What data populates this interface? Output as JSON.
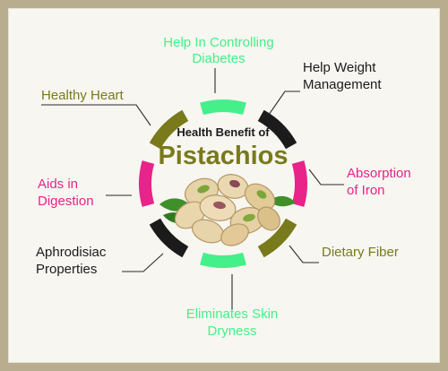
{
  "title_small": "Health Benefit of",
  "title_big": "Pistachios",
  "colors": {
    "green": "#45ef8a",
    "black": "#1b1b1b",
    "olive": "#787a1b",
    "pink": "#e8238a",
    "background": "#f7f6f0",
    "border": "#b9ad8f"
  },
  "benefits": [
    {
      "id": "diabetes",
      "lines": [
        "Help In Controlling",
        "Diabetes"
      ],
      "color": "green"
    },
    {
      "id": "weight",
      "lines": [
        "Help Weight",
        "Management"
      ],
      "color": "black"
    },
    {
      "id": "iron",
      "lines": [
        "Absorption",
        "of Iron"
      ],
      "color": "pink"
    },
    {
      "id": "fiber",
      "lines": [
        "Dietary Fiber"
      ],
      "color": "olive"
    },
    {
      "id": "skin",
      "lines": [
        "Eliminates Skin",
        "Dryness"
      ],
      "color": "green"
    },
    {
      "id": "aphrodisiac",
      "lines": [
        "Aphrodisiac",
        "Properties"
      ],
      "color": "black"
    },
    {
      "id": "digestion",
      "lines": [
        "Aids in",
        "Digestion"
      ],
      "color": "pink"
    },
    {
      "id": "heart",
      "lines": [
        "Healthy Heart"
      ],
      "color": "olive"
    }
  ]
}
